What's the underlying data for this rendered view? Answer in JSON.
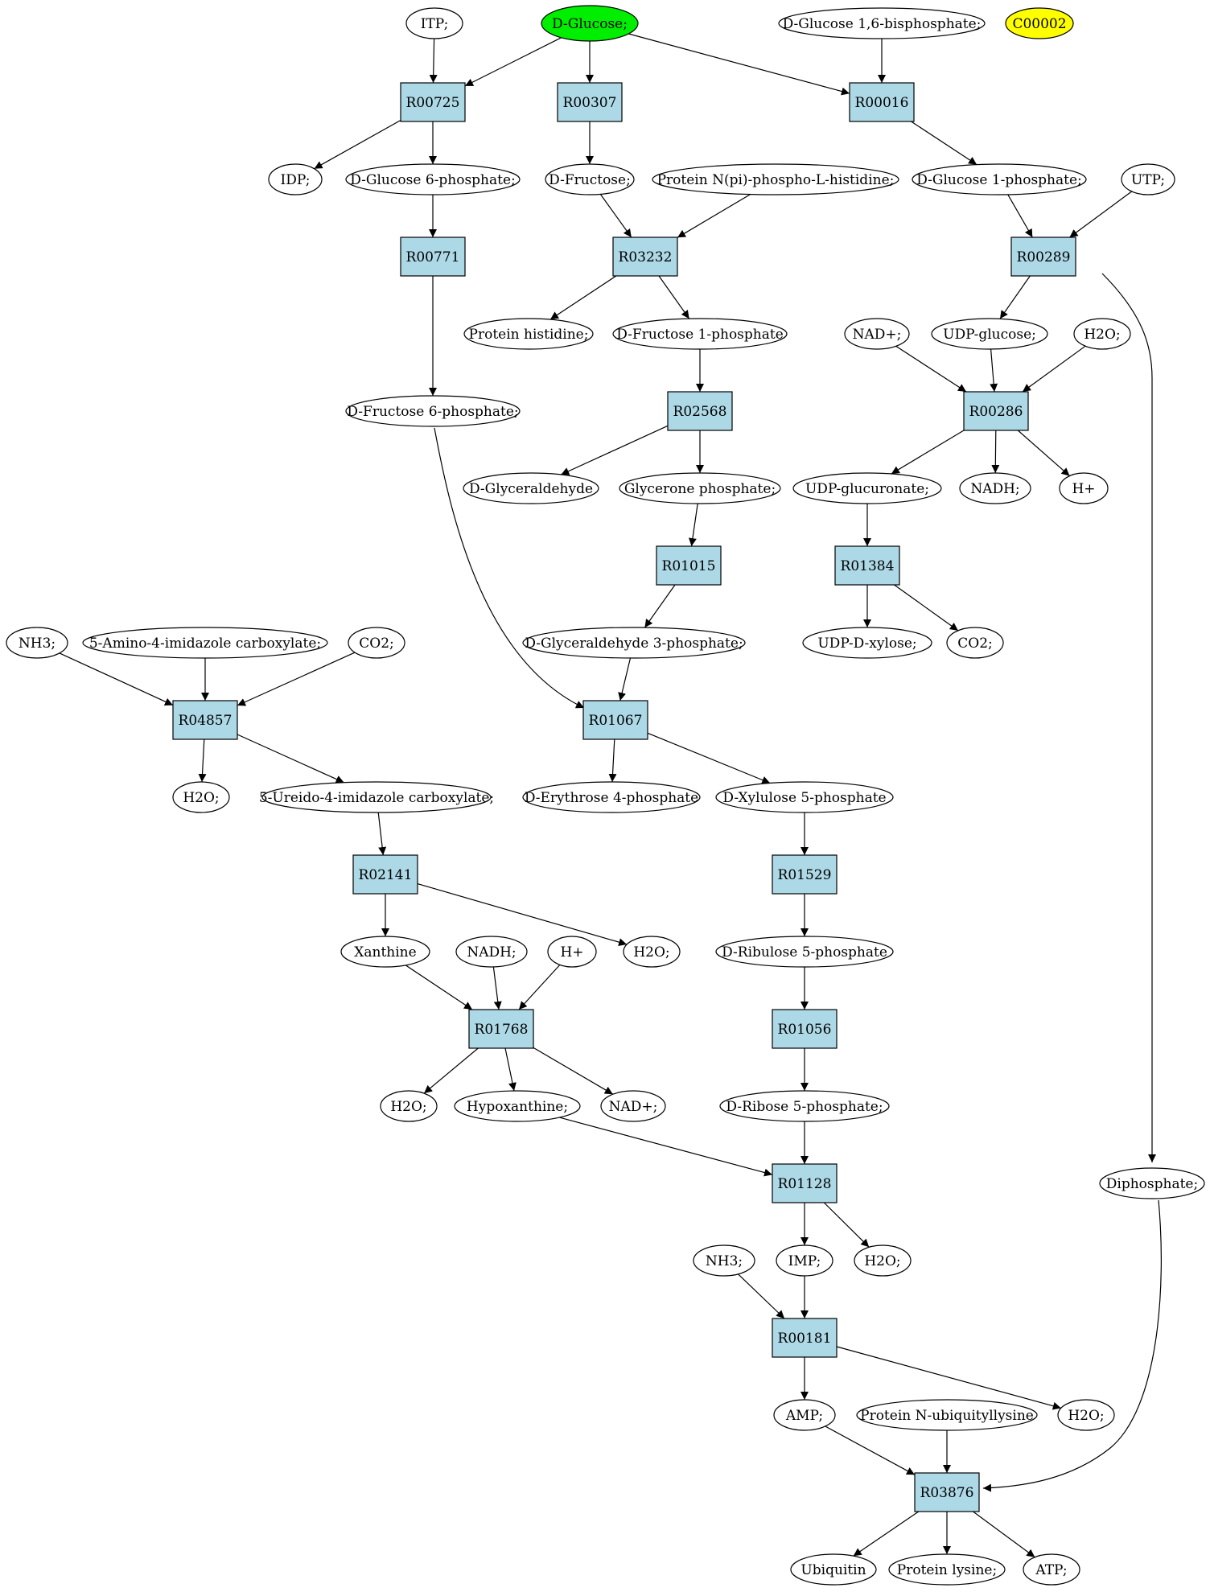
{
  "colors": {
    "compound_fill": "#ffffff",
    "reaction_fill": "#add8e6",
    "start_fill": "#00ee00",
    "highlight_fill": "#ffff00"
  },
  "compounds": [
    {
      "id": "itp",
      "label": "ITP;"
    },
    {
      "id": "glucose",
      "label": "D-Glucose;",
      "fill": "start_fill"
    },
    {
      "id": "g16bp",
      "label": "D-Glucose 1,6-bisphosphate;"
    },
    {
      "id": "c00002",
      "label": "C00002",
      "fill": "highlight_fill"
    },
    {
      "id": "idp",
      "label": "IDP;"
    },
    {
      "id": "g6p",
      "label": "D-Glucose 6-phosphate;"
    },
    {
      "id": "fructose",
      "label": "D-Fructose;"
    },
    {
      "id": "protein_nphis",
      "label": "Protein N(pi)-phospho-L-histidine;"
    },
    {
      "id": "g1p",
      "label": "D-Glucose 1-phosphate;"
    },
    {
      "id": "utp",
      "label": "UTP;"
    },
    {
      "id": "protein_his",
      "label": "Protein histidine;"
    },
    {
      "id": "f1p",
      "label": "D-Fructose 1-phosphate"
    },
    {
      "id": "nad1",
      "label": "NAD+;"
    },
    {
      "id": "udpglc",
      "label": "UDP-glucose;"
    },
    {
      "id": "h2o1",
      "label": "H2O;"
    },
    {
      "id": "f6p",
      "label": "D-Fructose 6-phosphate;"
    },
    {
      "id": "glyceraldehyde",
      "label": "D-Glyceraldehyde"
    },
    {
      "id": "glycerone_p",
      "label": "Glycerone phosphate;"
    },
    {
      "id": "udpglcua",
      "label": "UDP-glucuronate;"
    },
    {
      "id": "nadh1",
      "label": "NADH;"
    },
    {
      "id": "hplus1",
      "label": "H+"
    },
    {
      "id": "nh3_1",
      "label": "NH3;"
    },
    {
      "id": "amino_imid",
      "label": "5-Amino-4-imidazole carboxylate;"
    },
    {
      "id": "co2_1",
      "label": "CO2;"
    },
    {
      "id": "gap",
      "label": "D-Glyceraldehyde 3-phosphate;"
    },
    {
      "id": "udpxyl",
      "label": "UDP-D-xylose;"
    },
    {
      "id": "co2_2",
      "label": "CO2;"
    },
    {
      "id": "h2o2",
      "label": "H2O;"
    },
    {
      "id": "ureido",
      "label": "5-Ureido-4-imidazole carboxylate;"
    },
    {
      "id": "e4p",
      "label": "D-Erythrose 4-phosphate"
    },
    {
      "id": "x5p",
      "label": "D-Xylulose 5-phosphate"
    },
    {
      "id": "xanthine",
      "label": "Xanthine"
    },
    {
      "id": "nadh2",
      "label": "NADH;"
    },
    {
      "id": "hplus2",
      "label": "H+"
    },
    {
      "id": "h2o3",
      "label": "H2O;"
    },
    {
      "id": "ru5p",
      "label": "D-Ribulose 5-phosphate"
    },
    {
      "id": "h2o4",
      "label": "H2O;"
    },
    {
      "id": "hypoxanthine",
      "label": "Hypoxanthine;"
    },
    {
      "id": "nad2",
      "label": "NAD+;"
    },
    {
      "id": "r5p",
      "label": "D-Ribose 5-phosphate;"
    },
    {
      "id": "diphosphate",
      "label": "Diphosphate;"
    },
    {
      "id": "nh3_2",
      "label": "NH3;"
    },
    {
      "id": "imp",
      "label": "IMP;"
    },
    {
      "id": "h2o5",
      "label": "H2O;"
    },
    {
      "id": "amp",
      "label": "AMP;"
    },
    {
      "id": "protein_ubq",
      "label": "Protein N-ubiquityllysine"
    },
    {
      "id": "h2o6",
      "label": "H2O;"
    },
    {
      "id": "ubiquitin",
      "label": "Ubiquitin"
    },
    {
      "id": "protein_lys",
      "label": "Protein lysine;"
    },
    {
      "id": "atp",
      "label": "ATP;"
    }
  ],
  "reactions": [
    {
      "id": "R00725",
      "label": "R00725"
    },
    {
      "id": "R00307",
      "label": "R00307"
    },
    {
      "id": "R00016",
      "label": "R00016"
    },
    {
      "id": "R00771",
      "label": "R00771"
    },
    {
      "id": "R03232",
      "label": "R03232"
    },
    {
      "id": "R00289",
      "label": "R00289"
    },
    {
      "id": "R02568",
      "label": "R02568"
    },
    {
      "id": "R00286",
      "label": "R00286"
    },
    {
      "id": "R01015",
      "label": "R01015"
    },
    {
      "id": "R01384",
      "label": "R01384"
    },
    {
      "id": "R04857",
      "label": "R04857"
    },
    {
      "id": "R01067",
      "label": "R01067"
    },
    {
      "id": "R02141",
      "label": "R02141"
    },
    {
      "id": "R01529",
      "label": "R01529"
    },
    {
      "id": "R01768",
      "label": "R01768"
    },
    {
      "id": "R01056",
      "label": "R01056"
    },
    {
      "id": "R01128",
      "label": "R01128"
    },
    {
      "id": "R00181",
      "label": "R00181"
    },
    {
      "id": "R03876",
      "label": "R03876"
    }
  ],
  "edges": [
    [
      "itp",
      "R00725"
    ],
    [
      "glucose",
      "R00725"
    ],
    [
      "glucose",
      "R00307"
    ],
    [
      "glucose",
      "R00016"
    ],
    [
      "g16bp",
      "R00016"
    ],
    [
      "R00725",
      "idp"
    ],
    [
      "R00725",
      "g6p"
    ],
    [
      "R00307",
      "fructose"
    ],
    [
      "R00016",
      "g1p"
    ],
    [
      "g6p",
      "R00771"
    ],
    [
      "fructose",
      "R03232"
    ],
    [
      "protein_nphis",
      "R03232"
    ],
    [
      "g1p",
      "R00289"
    ],
    [
      "utp",
      "R00289"
    ],
    [
      "R00771",
      "f6p"
    ],
    [
      "R03232",
      "protein_his"
    ],
    [
      "R03232",
      "f1p"
    ],
    [
      "R00289",
      "udpglc"
    ],
    [
      "R00289",
      "diphosphate"
    ],
    [
      "f1p",
      "R02568"
    ],
    [
      "nad1",
      "R00286"
    ],
    [
      "udpglc",
      "R00286"
    ],
    [
      "h2o1",
      "R00286"
    ],
    [
      "R02568",
      "glyceraldehyde"
    ],
    [
      "R02568",
      "glycerone_p"
    ],
    [
      "R00286",
      "udpglcua"
    ],
    [
      "R00286",
      "nadh1"
    ],
    [
      "R00286",
      "hplus1"
    ],
    [
      "glycerone_p",
      "R01015"
    ],
    [
      "udpglcua",
      "R01384"
    ],
    [
      "R01015",
      "gap"
    ],
    [
      "R01384",
      "udpxyl"
    ],
    [
      "R01384",
      "co2_2"
    ],
    [
      "nh3_1",
      "R04857"
    ],
    [
      "amino_imid",
      "R04857"
    ],
    [
      "co2_1",
      "R04857"
    ],
    [
      "gap",
      "R01067"
    ],
    [
      "f6p",
      "R01067"
    ],
    [
      "R04857",
      "h2o2"
    ],
    [
      "R04857",
      "ureido"
    ],
    [
      "R01067",
      "e4p"
    ],
    [
      "R01067",
      "x5p"
    ],
    [
      "ureido",
      "R02141"
    ],
    [
      "x5p",
      "R01529"
    ],
    [
      "R02141",
      "xanthine"
    ],
    [
      "R02141",
      "h2o3"
    ],
    [
      "R01529",
      "ru5p"
    ],
    [
      "xanthine",
      "R01768"
    ],
    [
      "nadh2",
      "R01768"
    ],
    [
      "hplus2",
      "R01768"
    ],
    [
      "ru5p",
      "R01056"
    ],
    [
      "R01768",
      "h2o4"
    ],
    [
      "R01768",
      "hypoxanthine"
    ],
    [
      "R01768",
      "nad2"
    ],
    [
      "R01056",
      "r5p"
    ],
    [
      "hypoxanthine",
      "R01128"
    ],
    [
      "r5p",
      "R01128"
    ],
    [
      "R01128",
      "imp"
    ],
    [
      "R01128",
      "h2o5"
    ],
    [
      "nh3_2",
      "R00181"
    ],
    [
      "imp",
      "R00181"
    ],
    [
      "R00181",
      "amp"
    ],
    [
      "R00181",
      "h2o6"
    ],
    [
      "amp",
      "R03876"
    ],
    [
      "protein_ubq",
      "R03876"
    ],
    [
      "diphosphate",
      "R03876"
    ],
    [
      "R03876",
      "ubiquitin"
    ],
    [
      "R03876",
      "protein_lys"
    ],
    [
      "R03876",
      "atp"
    ]
  ]
}
